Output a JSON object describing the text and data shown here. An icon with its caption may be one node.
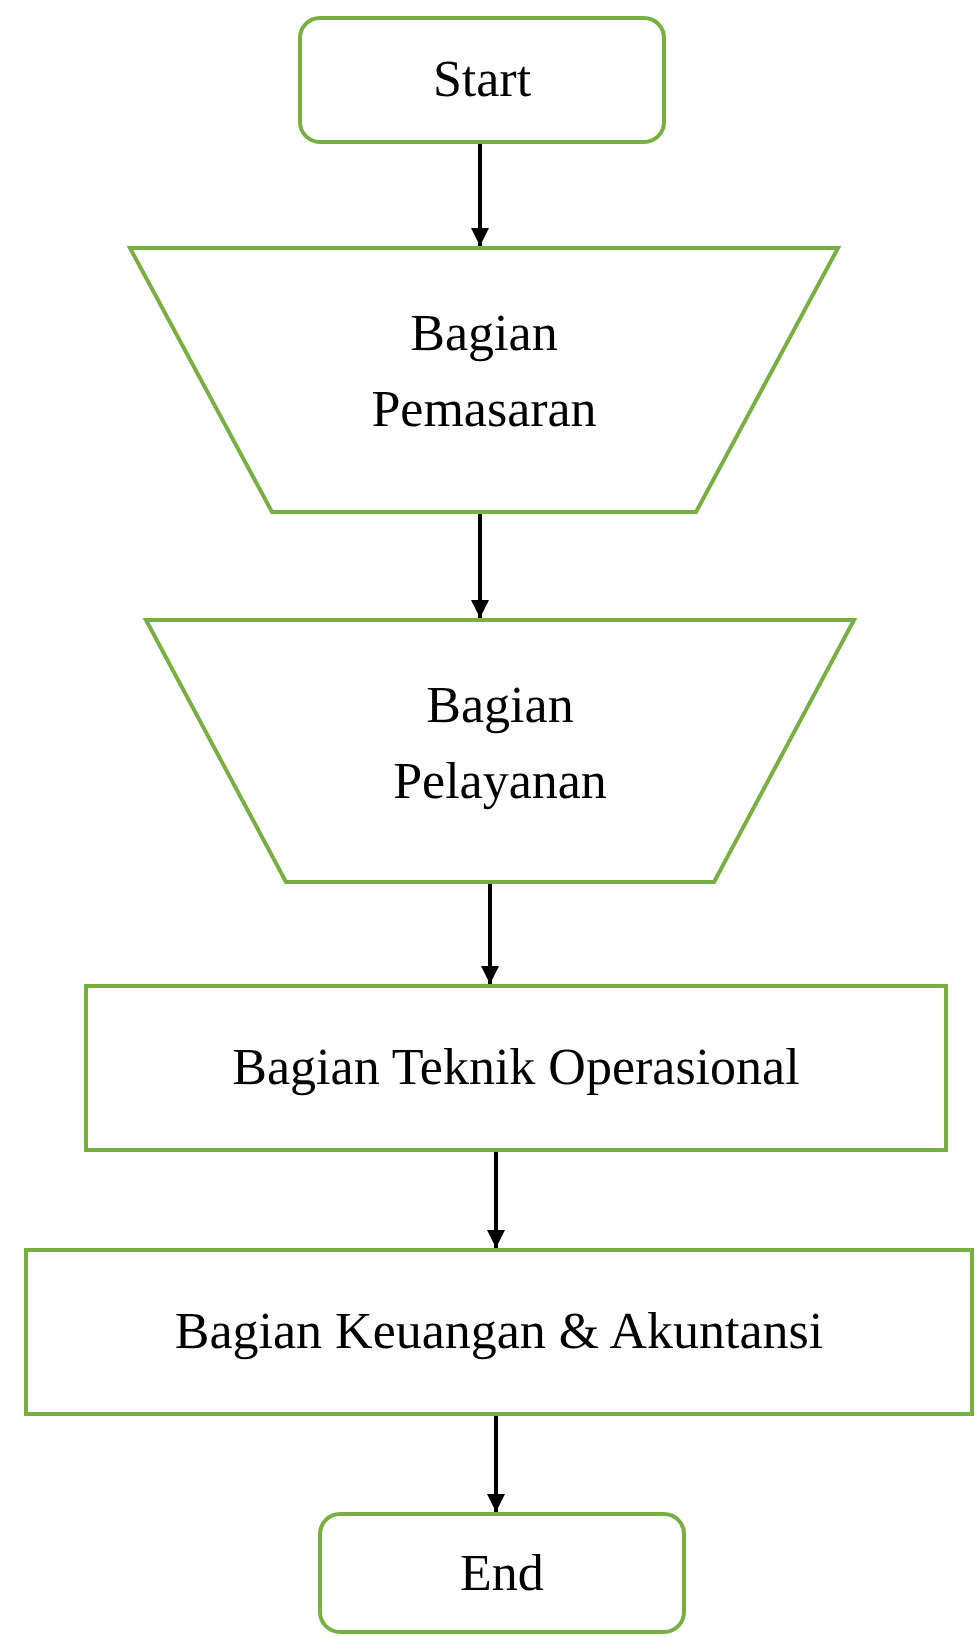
{
  "diagram": {
    "nodes": [
      {
        "text": [
          "Start"
        ]
      },
      {
        "text": [
          "Bagian Pemasaran"
        ]
      },
      {
        "text": [
          "Bagian Pelayanan"
        ]
      },
      {
        "text": [
          "Bagian Teknik Operasional"
        ]
      },
      {
        "text": [
          "Bagian Keuangan & Akuntansi"
        ]
      },
      {
        "text": [
          "End"
        ]
      }
    ],
    "edges": [
      {
        "from": 0,
        "to": 1,
        "arrow": "to"
      },
      {
        "from": 1,
        "to": 2,
        "arrow": "to"
      },
      {
        "from": 2,
        "to": 3,
        "arrow": "to"
      },
      {
        "from": 3,
        "to": 4,
        "arrow": "to"
      },
      {
        "from": 4,
        "to": 5,
        "arrow": "to"
      }
    ]
  }
}
